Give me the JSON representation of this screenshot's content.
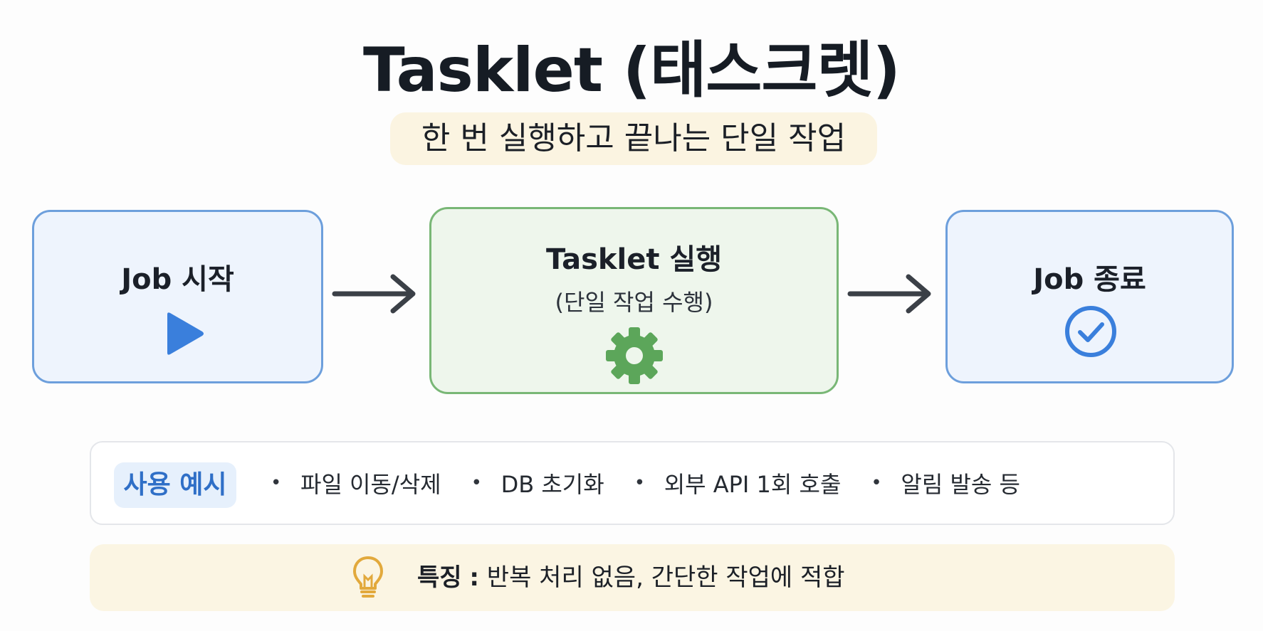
{
  "title": "Tasklet (태스크렛)",
  "subtitle": "한 번 실행하고 끝나는 단일 작업",
  "flow": {
    "start": {
      "title": "Job 시작",
      "icon": "play-icon"
    },
    "tasklet": {
      "title": "Tasklet 실행",
      "subtitle": "(단일 작업 수행)",
      "icon": "gear-icon"
    },
    "end": {
      "title": "Job 종료",
      "icon": "check-circle-icon"
    }
  },
  "examples": {
    "label": "사용 예시",
    "items": [
      "파일 이동/삭제",
      "DB 초기화",
      "외부 API 1회 호출",
      "알림 발송 등"
    ]
  },
  "feature": {
    "icon": "lightbulb-icon",
    "label": "특징",
    "separator": ":",
    "text": "반복 처리 없음, 간단한 작업에 적합"
  },
  "colors": {
    "blue_accent": "#3a7fdc",
    "green_accent": "#5ca65a",
    "arrow": "#3b4047",
    "bulb": "#e2a93c"
  }
}
